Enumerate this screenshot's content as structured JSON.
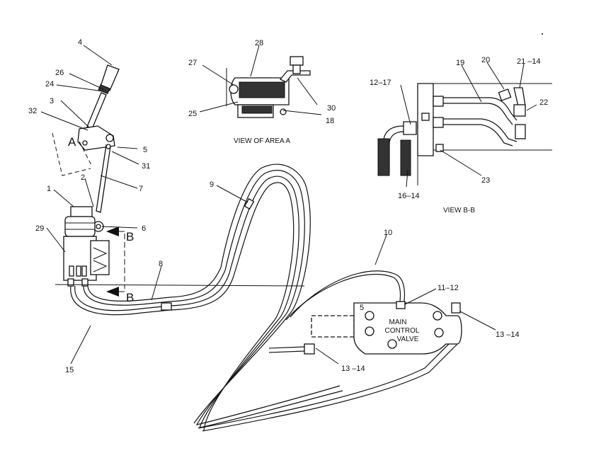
{
  "callouts": {
    "c4": "4",
    "c26": "26",
    "c24": "24",
    "c32": "32",
    "c3": "3",
    "c5": "5",
    "c31": "31",
    "c2": "2",
    "c7": "7",
    "c1": "1",
    "c29": "29",
    "c6": "6",
    "c8": "8",
    "c15": "15",
    "c9": "9",
    "c10": "10",
    "c11_12": "11–12",
    "c13_14_a": "13 –14",
    "c13_14_b": "13 –14",
    "c27": "27",
    "c28": "28",
    "c25": "25",
    "c30": "30",
    "c18": "18",
    "c12_17": "12–17",
    "c19": "19",
    "c20": "20",
    "c21_14": "21 –14",
    "c22": "22",
    "c23": "23",
    "c16_14": "16–14",
    "c5_valve": "5"
  },
  "section_letters": {
    "a": "A",
    "b_top": "B",
    "b_bottom": "B"
  },
  "captions": {
    "view_area_a": "VIEW OF AREA A",
    "view_b_b": "VIEW B-B"
  },
  "valve_label": {
    "line1": "MAIN",
    "line2": "CONTROL",
    "line3": "VALVE"
  }
}
